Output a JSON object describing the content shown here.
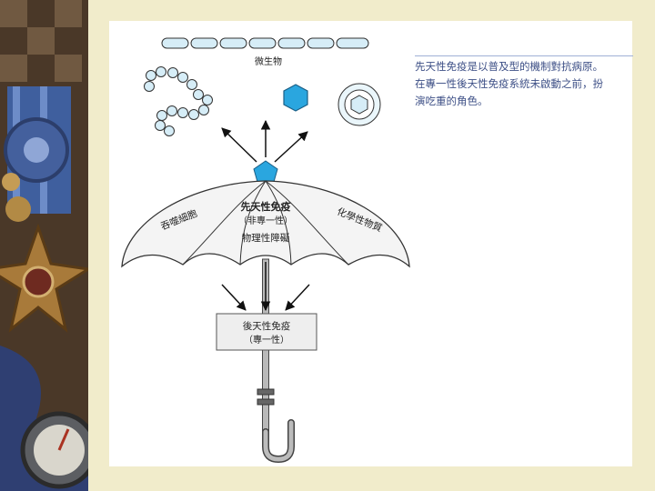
{
  "diagram": {
    "microbes_label": "微生物",
    "innate_title": "先天性免疫",
    "innate_sub": "（非專一性）",
    "left_panel_label": "吞噬細胞",
    "right_panel_label": "化學性物質",
    "barrier_label": "物理性障礙",
    "adaptive_title": "後天性免疫",
    "adaptive_sub": "（專一性）"
  },
  "description": {
    "lines": [
      "先天性免疫是以普及型的機制對抗病原。",
      "在專一性後天性免疫系統未啟動之前，扮",
      "演吃重的角色。"
    ]
  },
  "colors": {
    "accent_blue": "#2aa6df",
    "text_blue": "#3d4f86"
  }
}
